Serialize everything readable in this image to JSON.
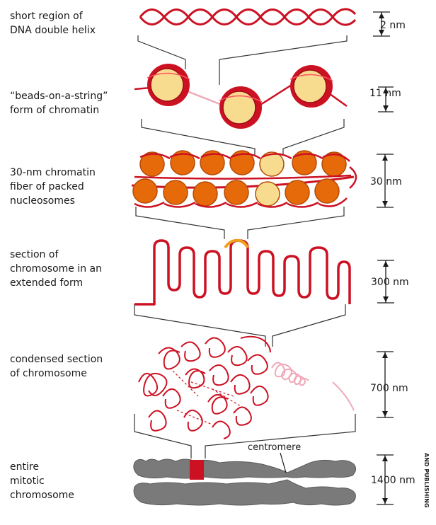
{
  "levels": [
    {
      "label_lines": [
        "short region of",
        "DNA double helix"
      ],
      "scale": "2 nm"
    },
    {
      "label_lines": [
        "“beads-on-a-string”",
        "form of chromatin"
      ],
      "scale": "11 nm"
    },
    {
      "label_lines": [
        "30-nm chromatin",
        "fiber of packed",
        "nucleosomes"
      ],
      "scale": "30 nm"
    },
    {
      "label_lines": [
        "section of",
        "chromosome in an",
        "extended form"
      ],
      "scale": "300 nm"
    },
    {
      "label_lines": [
        "condensed section",
        "of chromosome"
      ],
      "scale": "700 nm"
    },
    {
      "label_lines": [
        "entire",
        "mitotic",
        "chromosome"
      ],
      "scale": "1400 nm"
    }
  ],
  "centromere_label": "centromere",
  "publisher_credit": "AND PUBLISHING",
  "colors": {
    "dna_red": "#cc1122",
    "bead_fill": "#f7dc8f",
    "fiber_orange": "#e66a0a",
    "pink_strand": "#f0a8b8",
    "chromosome_gray": "#7a7a7a",
    "highlight_orange": "#f0a020"
  }
}
